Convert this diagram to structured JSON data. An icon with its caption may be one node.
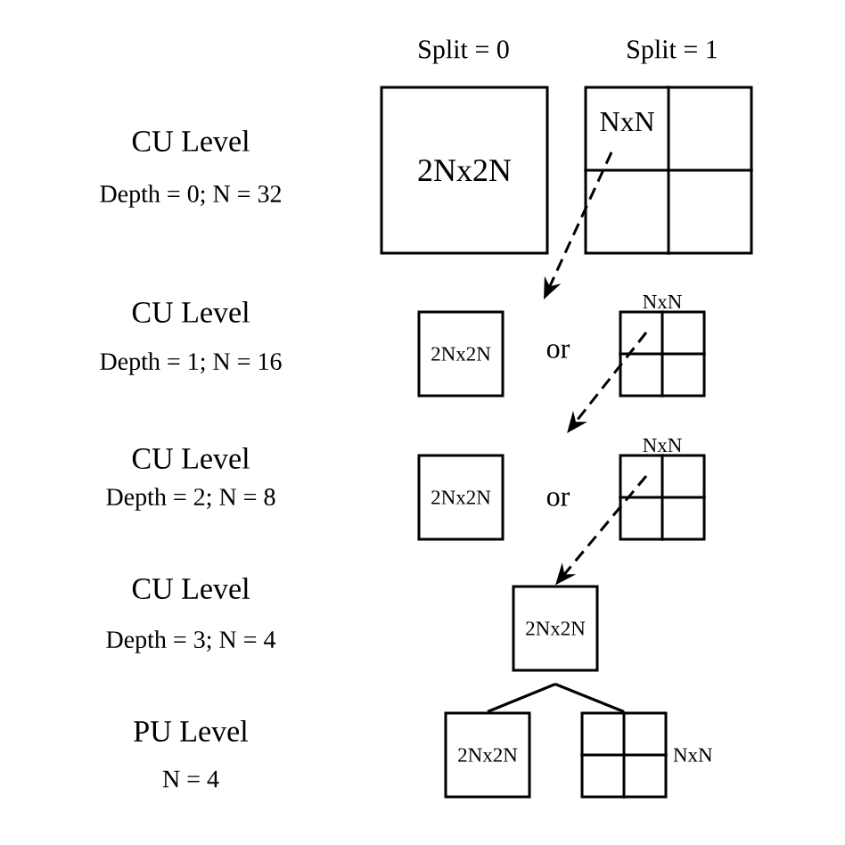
{
  "diagram": {
    "nodes": [
      {
        "text": [
          "2Nx2N"
        ]
      },
      {
        "text": [
          "NxN"
        ]
      },
      {
        "text": [
          "2Nx2N"
        ]
      },
      {
        "text": [
          "NxN"
        ]
      },
      {
        "text": [
          "2Nx2N"
        ]
      },
      {
        "text": [
          "NxN"
        ]
      },
      {
        "text": [
          "2Nx2N"
        ]
      },
      {
        "text": [
          "2Nx2N"
        ]
      },
      {
        "text": [
          "NxN"
        ]
      }
    ],
    "edges": [
      {
        "from": 1,
        "to": null,
        "arrow": "to",
        "style": "dashed"
      },
      {
        "from": 3,
        "to": null,
        "arrow": "to",
        "style": "dashed"
      },
      {
        "from": 5,
        "to": 6,
        "arrow": "to",
        "style": "dashed"
      },
      {
        "from": 6,
        "to": 7,
        "arrow": "none"
      },
      {
        "from": 6,
        "to": 8,
        "arrow": "none"
      }
    ],
    "labels": [
      "Split = 0",
      "Split = 1",
      "CU Level",
      "Depth = 0; N = 32",
      "CU Level",
      "Depth = 1; N = 16",
      "or",
      "CU Level",
      "Depth = 2; N = 8",
      "or",
      "CU Level",
      "Depth = 3; N = 4",
      "PU Level",
      "N = 4"
    ]
  }
}
